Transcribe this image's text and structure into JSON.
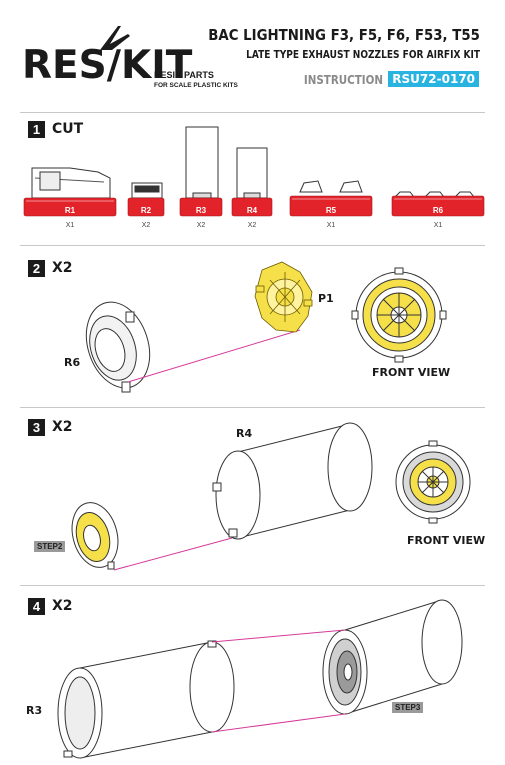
{
  "brand": {
    "logo": "RES/KIT",
    "tagline1": "RESIN PARTS",
    "tagline2": "FOR SCALE PLASTIC KITS"
  },
  "header": {
    "title": "BAC LIGHTNING F3, F5, F6, F53, T55",
    "subtitle": "LATE TYPE EXHAUST NOZZLES FOR AIRFIX KIT",
    "instruction_label": "INSTRUCTION",
    "code": "RSU72-0170"
  },
  "step1": {
    "number": "1",
    "label": "CUT",
    "parts": [
      {
        "id": "R1",
        "qty": "X1"
      },
      {
        "id": "R2",
        "qty": "X2"
      },
      {
        "id": "R3",
        "qty": "X2"
      },
      {
        "id": "R4",
        "qty": "X2"
      },
      {
        "id": "R5",
        "qty": "X1"
      },
      {
        "id": "R6",
        "qty": "X1"
      }
    ]
  },
  "step2": {
    "number": "2",
    "label": "X2",
    "part_a": "R6",
    "part_b": "P1",
    "view_label": "FRONT VIEW"
  },
  "step3": {
    "number": "3",
    "label": "X2",
    "part": "R4",
    "tag": "STEP2",
    "view_label": "FRONT VIEW"
  },
  "step4": {
    "number": "4",
    "label": "X2",
    "part": "R3",
    "tag": "STEP3"
  },
  "colors": {
    "accent": "#29b3e0",
    "resin_red": "#e2232a",
    "etch_yellow": "#f5e04a",
    "guide_line": "#d63a9a"
  }
}
